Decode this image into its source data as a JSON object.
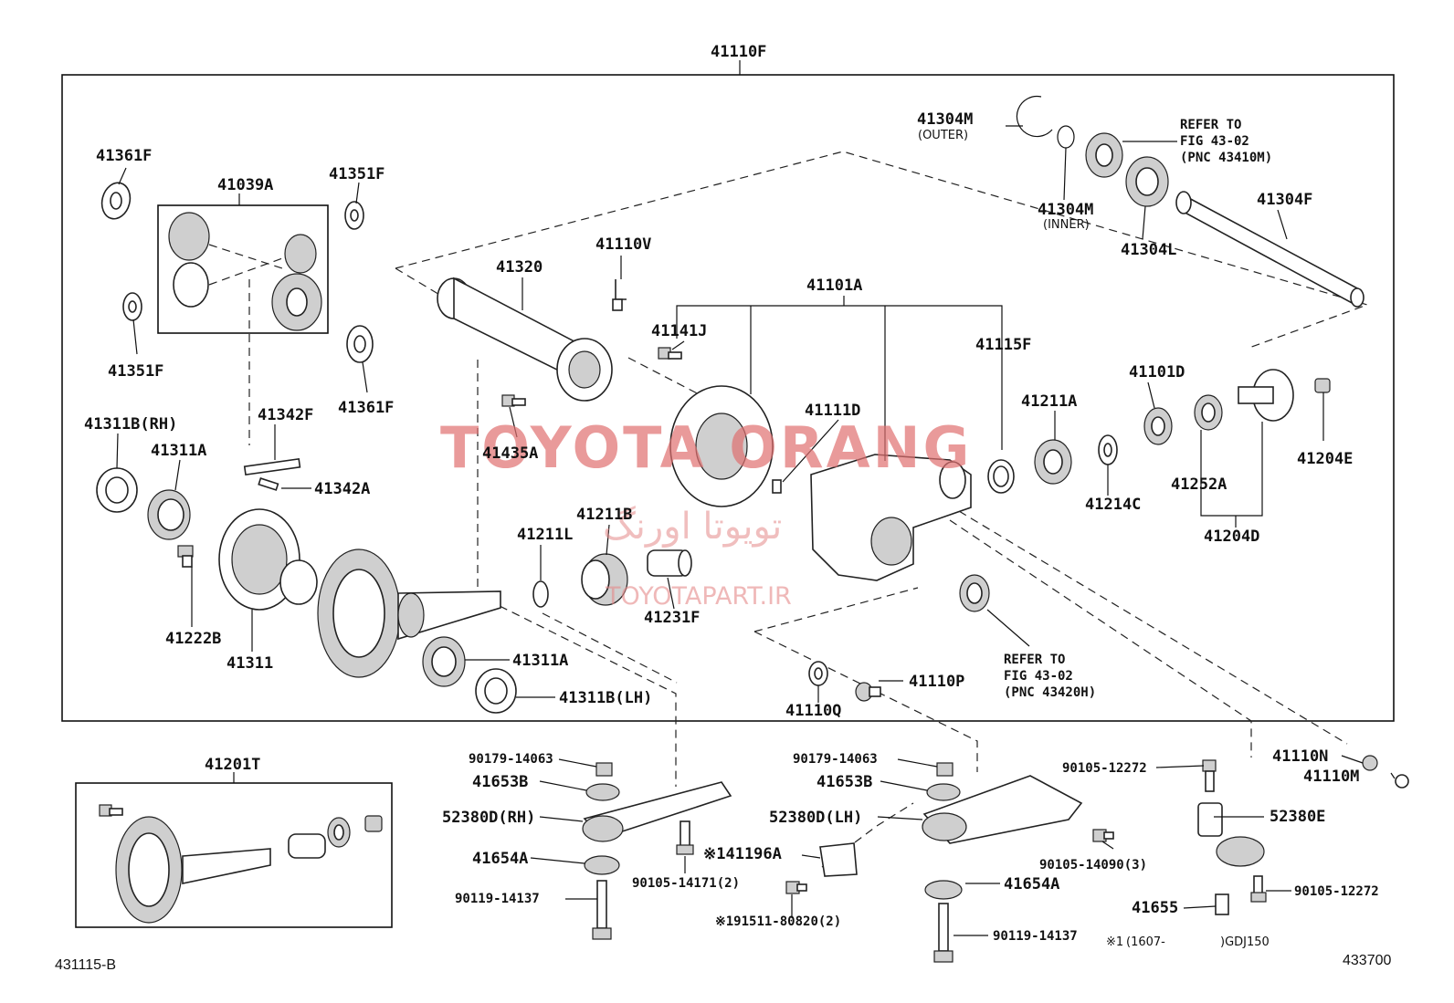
{
  "assembly_label": "41110F",
  "kit_label": "41201T",
  "labels": {
    "41361F_top": "41361F",
    "41039A": "41039A",
    "41351F_top": "41351F",
    "41351F_bottom": "41351F",
    "41361F_right": "41361F",
    "41311B_RH": "41311B(RH)",
    "41311A_top": "41311A",
    "41342F": "41342F",
    "41342A": "41342A",
    "41222B": "41222B",
    "41311": "41311",
    "41311A_bottom": "41311A",
    "41311B_LH": "41311B(LH)",
    "41320": "41320",
    "41110V": "41110V",
    "41141J": "41141J",
    "41435A": "41435A",
    "41101A": "41101A",
    "41111D": "41111D",
    "41211B": "41211B",
    "41211L": "41211L",
    "41231F": "41231F",
    "41115F": "41115F",
    "41211A": "41211A",
    "41214C": "41214C",
    "41101D": "41101D",
    "41252A": "41252A",
    "41204D": "41204D",
    "41204E": "41204E",
    "41304M_outer": "41304M",
    "outer_note": "(OUTER)",
    "41304M_inner": "41304M",
    "inner_note": "(INNER)",
    "41304L": "41304L",
    "41304F": "41304F",
    "41110Q": "41110Q",
    "41110P": "41110P",
    "41110N": "41110N",
    "41110M": "41110M",
    "90179_rh": "90179-14063",
    "41653B_rh": "41653B",
    "52380D_rh": "52380D(RH)",
    "41654A_rh": "41654A",
    "90119_rh": "90119-14137",
    "90105_14171": "90105-14171(2)",
    "41196A": "※141196A",
    "191511": "※191511-80820(2)",
    "90179_lh": "90179-14063",
    "41653B_lh": "41653B",
    "52380D_lh": "52380D(LH)",
    "41654A_lh": "41654A",
    "90119_lh": "90119-14137",
    "90105_14090": "90105-14090(3)",
    "90105_12272_top": "90105-12272",
    "52380E": "52380E",
    "41655": "41655",
    "90105_12272_bottom": "90105-12272"
  },
  "refer_top": {
    "l1": "REFER TO",
    "l2": "FIG 43-02",
    "l3": "(PNC 43410M)"
  },
  "refer_mid": {
    "l1": "REFER TO",
    "l2": "FIG 43-02",
    "l3": "(PNC 43420H)"
  },
  "footnote": {
    "mark": "※1",
    "range": "(1607-",
    "model": ")GDJ150"
  },
  "footer": {
    "left_code": "431115-B",
    "right_code": "433700"
  },
  "watermark": {
    "brand": "TOYOTA ORANG",
    "persian": "تویوتا اورنگ",
    "site": "TOYOTAPART.IR"
  }
}
